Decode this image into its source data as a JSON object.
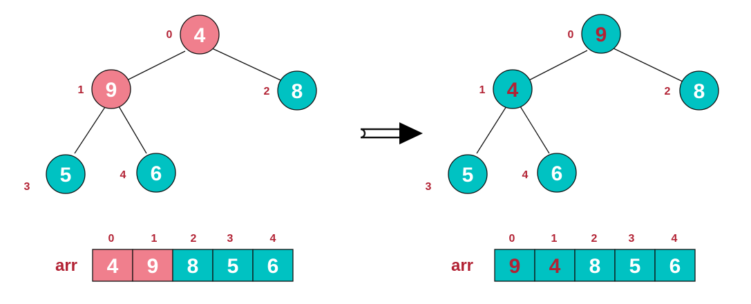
{
  "colors": {
    "pink": "#f07f8d",
    "teal": "#00c2c2",
    "index_red": "#b22234",
    "white": "#ffffff",
    "stroke": "#111111"
  },
  "diagrams": [
    {
      "name": "before",
      "nodes": [
        {
          "index": "0",
          "value": "4",
          "fill": "pink",
          "text_color": "white"
        },
        {
          "index": "1",
          "value": "9",
          "fill": "pink",
          "text_color": "white"
        },
        {
          "index": "2",
          "value": "8",
          "fill": "teal",
          "text_color": "white"
        },
        {
          "index": "3",
          "value": "5",
          "fill": "teal",
          "text_color": "white"
        },
        {
          "index": "4",
          "value": "6",
          "fill": "teal",
          "text_color": "white"
        }
      ],
      "array": {
        "label": "arr",
        "cells": [
          {
            "index": "0",
            "value": "4",
            "fill": "pink",
            "text_color": "white"
          },
          {
            "index": "1",
            "value": "9",
            "fill": "pink",
            "text_color": "white"
          },
          {
            "index": "2",
            "value": "8",
            "fill": "teal",
            "text_color": "white"
          },
          {
            "index": "3",
            "value": "5",
            "fill": "teal",
            "text_color": "white"
          },
          {
            "index": "4",
            "value": "6",
            "fill": "teal",
            "text_color": "white"
          }
        ]
      }
    },
    {
      "name": "after",
      "nodes": [
        {
          "index": "0",
          "value": "9",
          "fill": "teal",
          "text_color": "index_red"
        },
        {
          "index": "1",
          "value": "4",
          "fill": "teal",
          "text_color": "index_red"
        },
        {
          "index": "2",
          "value": "8",
          "fill": "teal",
          "text_color": "white"
        },
        {
          "index": "3",
          "value": "5",
          "fill": "teal",
          "text_color": "white"
        },
        {
          "index": "4",
          "value": "6",
          "fill": "teal",
          "text_color": "white"
        }
      ],
      "array": {
        "label": "arr",
        "cells": [
          {
            "index": "0",
            "value": "9",
            "fill": "teal",
            "text_color": "index_red"
          },
          {
            "index": "1",
            "value": "4",
            "fill": "teal",
            "text_color": "index_red"
          },
          {
            "index": "2",
            "value": "8",
            "fill": "teal",
            "text_color": "white"
          },
          {
            "index": "3",
            "value": "5",
            "fill": "teal",
            "text_color": "white"
          },
          {
            "index": "4",
            "value": "6",
            "fill": "teal",
            "text_color": "white"
          }
        ]
      }
    }
  ]
}
